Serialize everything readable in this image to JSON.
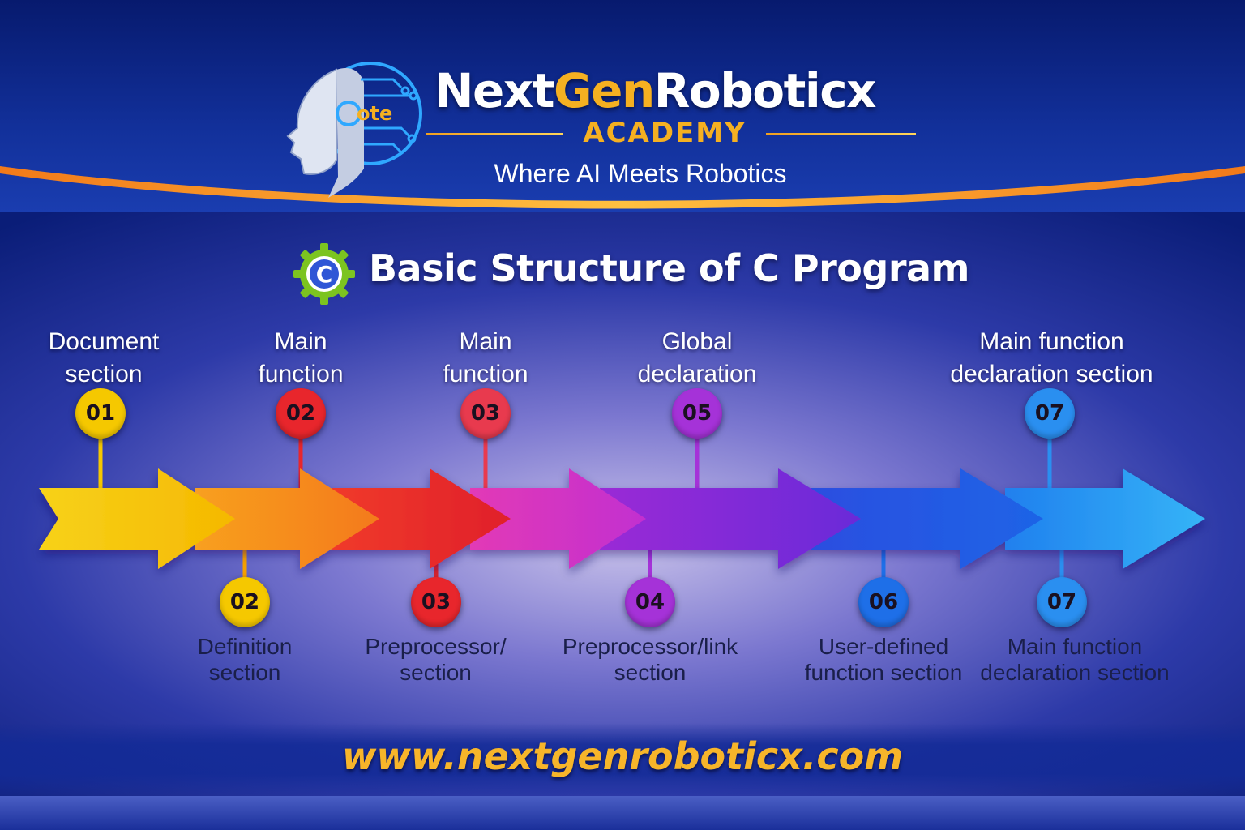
{
  "header": {
    "logo_text": "ote",
    "brand_part1": "Next",
    "brand_part2": "Gen",
    "brand_part3": "Roboticx",
    "academy": "ACADEMY",
    "tagline": "Where AI Meets Robotics"
  },
  "title": {
    "icon": "c-gear-icon",
    "text": "Basic Structure of C Program",
    "icon_letter": "C"
  },
  "steps_top": [
    {
      "num": "01",
      "label": "Document\nsection",
      "color": "#f5c800"
    },
    {
      "num": "02",
      "label": "Main\nfunction",
      "color": "#e8262c"
    },
    {
      "num": "03",
      "label": "Main\nfunction",
      "color": "#e83a4e"
    },
    {
      "num": "05",
      "label": "Global\ndeclaration",
      "color": "#a532d8"
    },
    {
      "num": "07",
      "label": "Main function\ndeclaration section",
      "color": "#2a8ff0"
    }
  ],
  "steps_bottom": [
    {
      "num": "02",
      "label": "Definition\nsection",
      "color": "#f5c800"
    },
    {
      "num": "03",
      "label": "Preprocessor/\nsection",
      "color": "#e8262c"
    },
    {
      "num": "04",
      "label": "Preprocessor/link\nsection",
      "color": "#a532d8"
    },
    {
      "num": "06",
      "label": "User-defined\nfunction section",
      "color": "#1e6fe8"
    },
    {
      "num": "07",
      "label": "Main function\ndeclaration section",
      "color": "#2a8ff0"
    }
  ],
  "footer": {
    "url": "www.nextgenroboticx.com"
  },
  "colors": {
    "gold": "#f5b021",
    "arrow_yellow": "#f5c800",
    "arrow_orange": "#f7941d",
    "arrow_red": "#e8262c",
    "arrow_magenta": "#d42fc4",
    "arrow_purple": "#7a2ad8",
    "arrow_blue": "#1e55e0",
    "arrow_lightblue": "#2aa0f5"
  }
}
